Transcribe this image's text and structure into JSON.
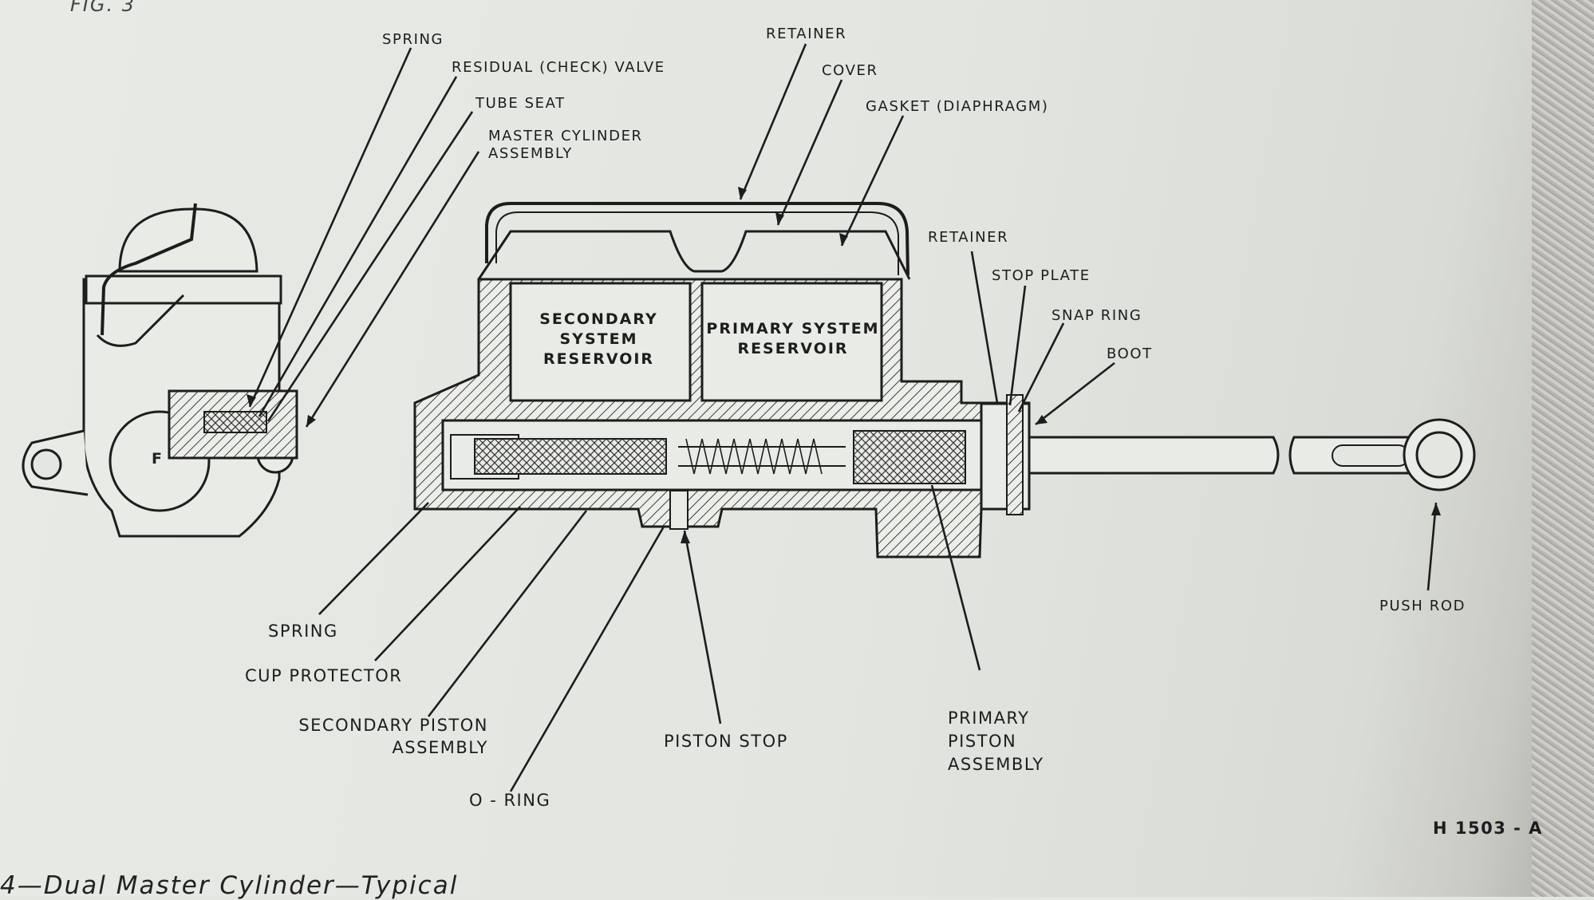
{
  "figure": {
    "top_fragment": "FIG. 3",
    "caption": "4—Dual Master Cylinder—Typical",
    "code": "H 1503 - A",
    "port_letter": "F"
  },
  "reservoirs": {
    "secondary": [
      "SECONDARY",
      "SYSTEM",
      "RESERVOIR"
    ],
    "primary": [
      "PRIMARY SYSTEM",
      "RESERVOIR"
    ]
  },
  "callouts": {
    "spring_top": "SPRING",
    "residual_valve": "RESIDUAL (CHECK) VALVE",
    "tube_seat": "TUBE SEAT",
    "mc_assembly": [
      "MASTER CYLINDER",
      "ASSEMBLY"
    ],
    "retainer_top": "RETAINER",
    "cover": "COVER",
    "gasket": "GASKET (DIAPHRAGM)",
    "retainer_right": "RETAINER",
    "stop_plate": "STOP PLATE",
    "snap_ring": "SNAP RING",
    "boot": "BOOT",
    "push_rod": "PUSH ROD",
    "spring_bottom": "SPRING",
    "cup_protector": "CUP PROTECTOR",
    "secondary_piston": [
      "SECONDARY PISTON",
      "ASSEMBLY"
    ],
    "o_ring": "O - RING",
    "piston_stop": "PISTON STOP",
    "primary_piston": [
      "PRIMARY",
      "PISTON",
      "ASSEMBLY"
    ]
  },
  "colors": {
    "ink": "#1d1d1d",
    "paper": "#e4e6e2"
  }
}
